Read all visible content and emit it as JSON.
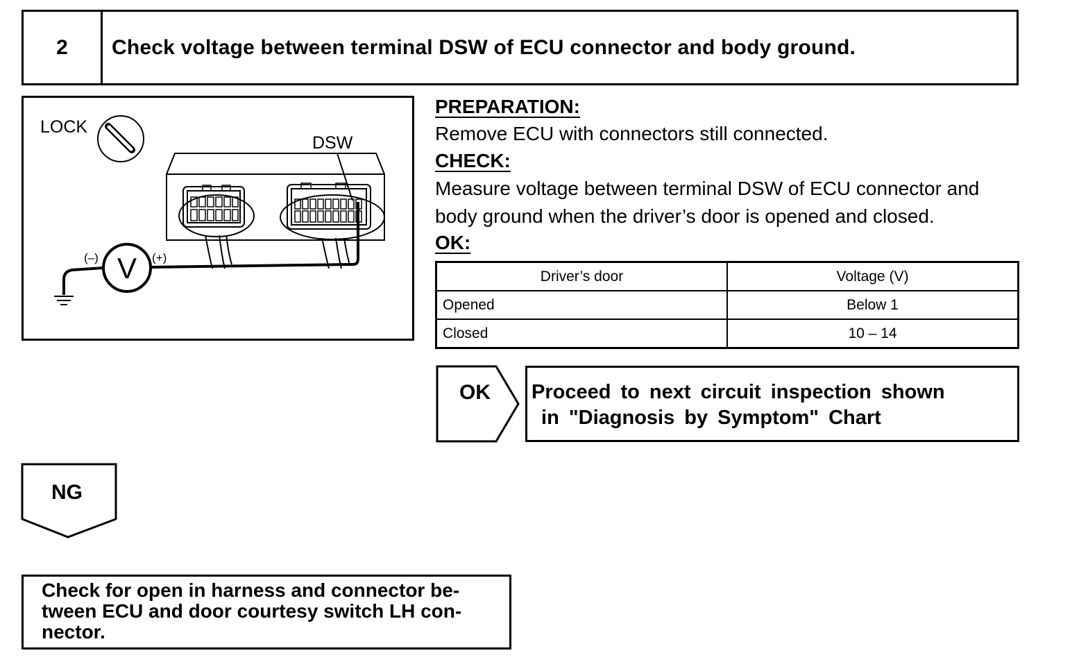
{
  "step": {
    "number": "2",
    "title": "Check voltage between terminal DSW of ECU connector and body ground."
  },
  "diagram": {
    "lock_label": "LOCK",
    "dsw_label": "DSW",
    "meter_symbol": "V",
    "minus_label": "(–)",
    "plus_label": "(+)"
  },
  "preparation": {
    "heading": "PREPARATION:",
    "text": "Remove ECU with connectors still connected."
  },
  "check": {
    "heading": "CHECK:",
    "line1": "Measure voltage between terminal DSW of ECU connector and",
    "line2": "body ground when the driver’s door is opened and closed."
  },
  "ok_spec": {
    "heading": "OK:",
    "columns": [
      "Driver’s door",
      "Voltage (V)"
    ],
    "rows": [
      [
        "Opened",
        "Below 1"
      ],
      [
        "Closed",
        "10 – 14"
      ]
    ]
  },
  "ok_result": {
    "label": "OK",
    "line1": "Proceed to next circuit inspection shown",
    "line2": " in \"Diagnosis by Symptom\" Chart"
  },
  "ng_result": {
    "label": "NG",
    "line1": "Check for open in harness and connector be-",
    "line2": "tween ECU and door courtesy switch LH con-",
    "line3": "nector."
  }
}
